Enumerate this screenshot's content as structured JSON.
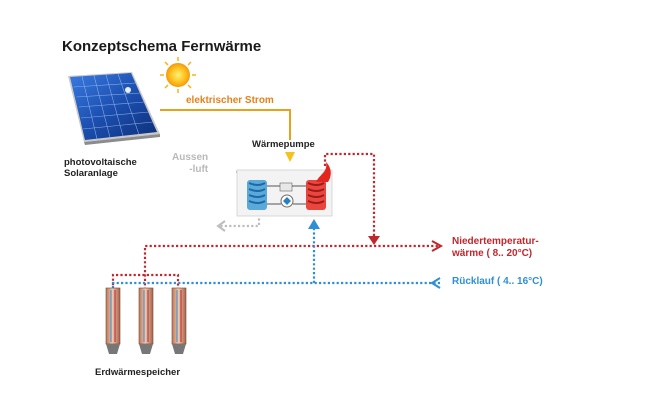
{
  "title": "Konzeptschema Fernwärme",
  "labels": {
    "pv_line1": "photovoltaische",
    "pv_line2": "Solaranlage",
    "strom": "elektrischer Strom",
    "waermepumpe": "Wärmepumpe",
    "aussen_line1": "Aussen",
    "aussen_line2": "-luft",
    "nieder_line1": "Niedertemperatur-",
    "nieder_line2": "wärme ( 8.. 20°C)",
    "ruecklauf": "Rücklauf ( 4.. 16°C)",
    "speicher": "Erdwärmespeicher"
  },
  "colors": {
    "hot": "#c0272d",
    "cold": "#2f8fd6",
    "electric": "#e8a21a",
    "air": "#b9b9b9",
    "panel": "#1d4fa8"
  }
}
